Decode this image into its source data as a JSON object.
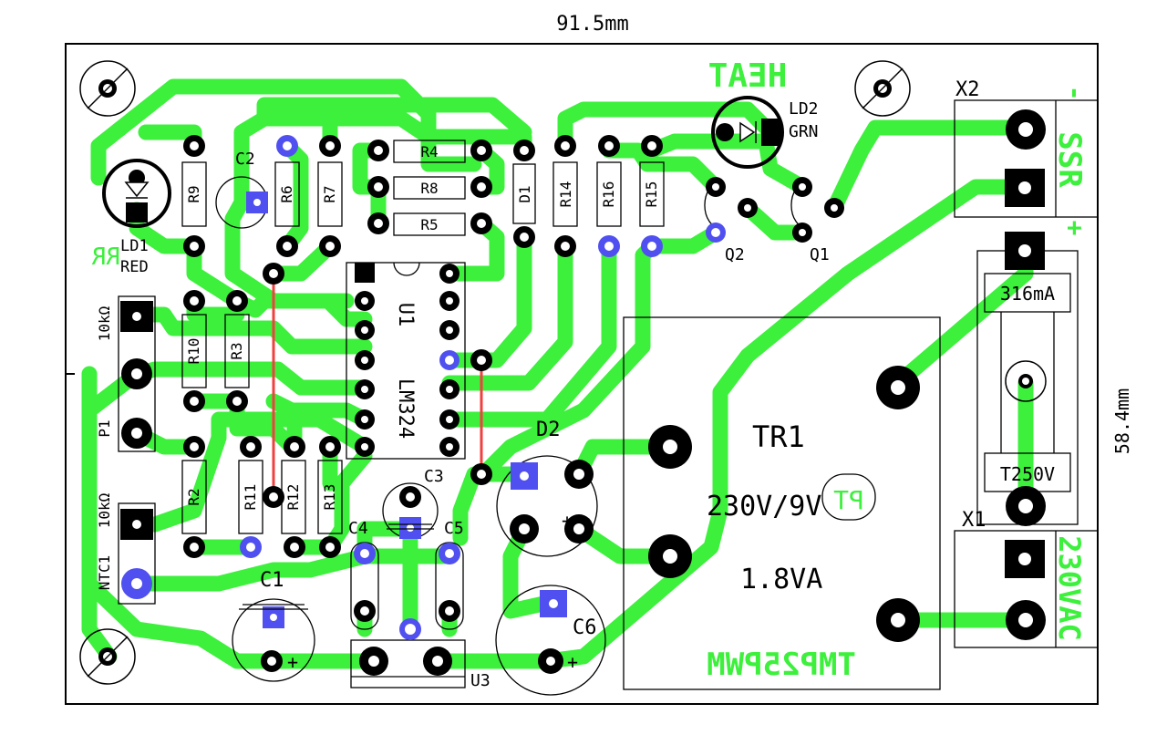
{
  "dimensions": {
    "width_label": "91.5mm",
    "height_label": "58.4mm"
  },
  "colors": {
    "trace": "#3cf03c",
    "pad": "#000000",
    "via": "#5050f0",
    "jumper": "#f04040",
    "outline": "#000000"
  },
  "labels": {
    "heat": "HEAT",
    "ld2": "LD2",
    "grn": "GRN",
    "x2": "X2",
    "x1": "X1",
    "ssr": "SSR",
    "minus": "-",
    "plus": "+",
    "ld1": "LD1",
    "red": "RED",
    "rr": "RR",
    "p1": "P1",
    "p1_value": "10kΩ",
    "ntc1": "NTC1",
    "ntc1_value": "10kΩ",
    "r9": "R9",
    "r6": "R6",
    "r7": "R7",
    "r4": "R4",
    "r8": "R8",
    "r5": "R5",
    "d1": "D1",
    "r14": "R14",
    "r16": "R16",
    "r15": "R15",
    "q2": "Q2",
    "q1": "Q1",
    "c2": "C2",
    "u1": "U1",
    "lm324": "LM324",
    "r10": "R10",
    "r3": "R3",
    "r2": "R2",
    "r11": "R11",
    "r12": "R12",
    "r13": "R13",
    "c3": "C3",
    "c4": "C4",
    "c5": "C5",
    "c1": "C1",
    "c6": "C6",
    "d2": "D2",
    "u3": "U3",
    "tr1": "TR1",
    "tr1_rating": "230V/9V",
    "tr1_power": "1.8VA",
    "tr1_part": "TMP25PWM",
    "fuse_top": "316mA",
    "fuse_bottom": "T250V",
    "mains": "230VAC",
    "logo": "PT"
  }
}
